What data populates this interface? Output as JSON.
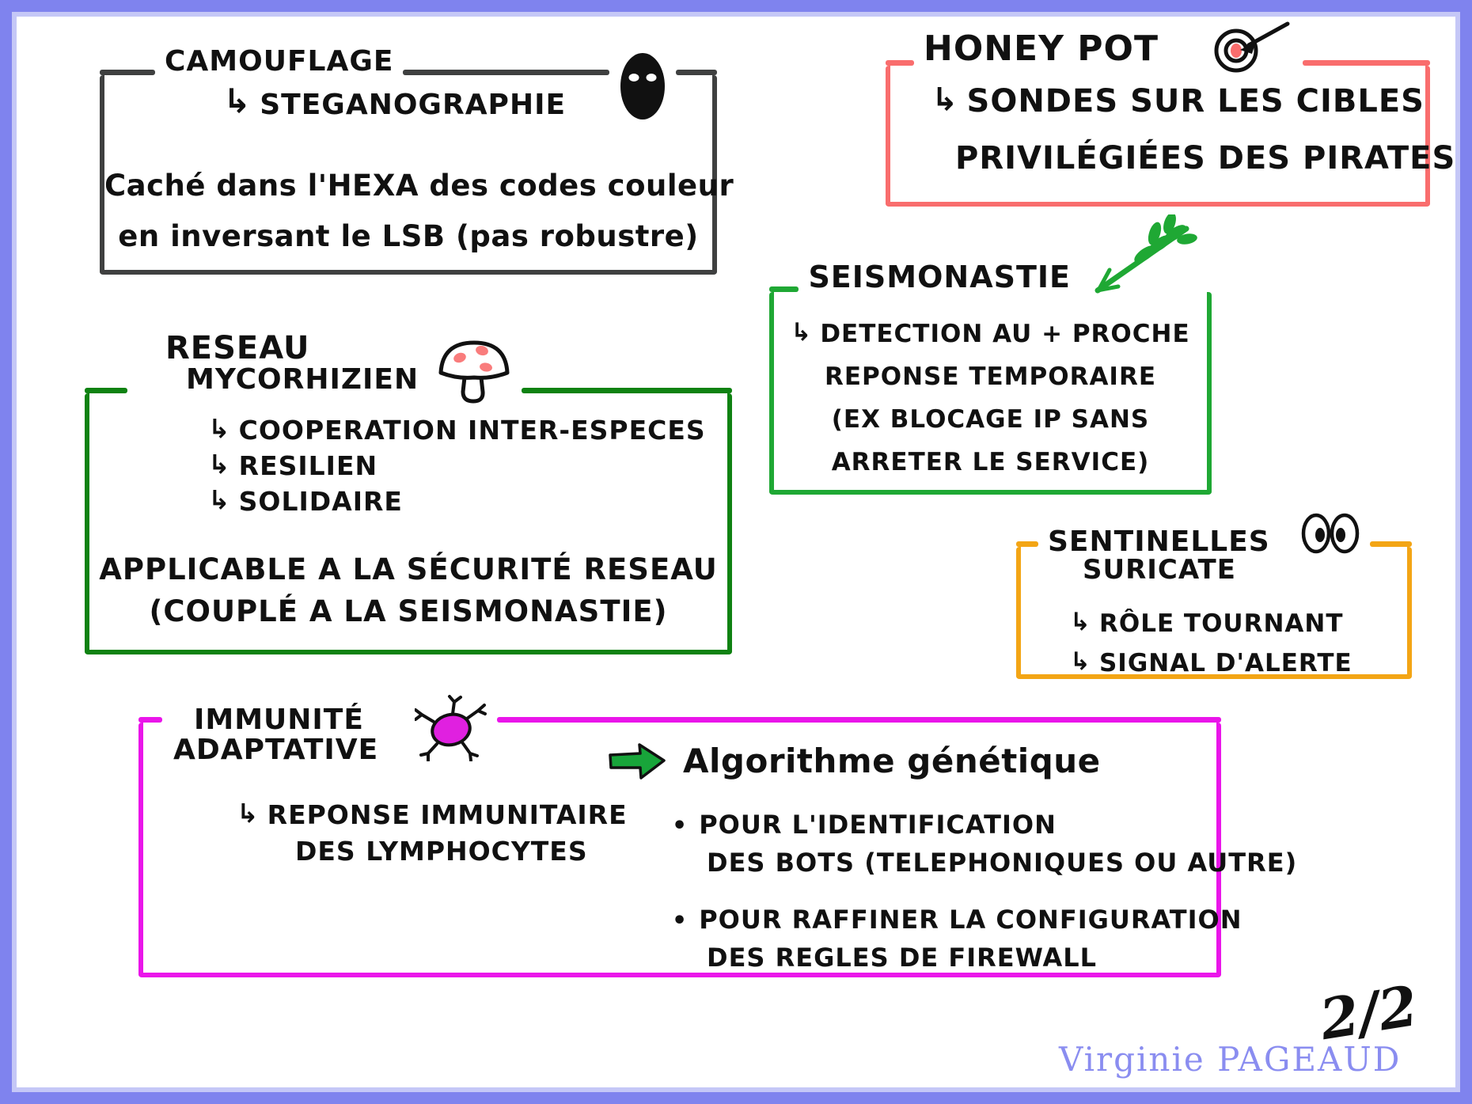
{
  "palette": {
    "page_border": "#7f83ee",
    "camouflage_box": "#3f4040",
    "honeypot_box": "#f96d6d",
    "seismonastie_box": "#1fa834",
    "mycorhizien_box": "#0f8212",
    "sentinelles_box": "#f3a515",
    "immunite_box": "#ea15ea",
    "salmon_accent": "#f97c7c",
    "green_arrow": "#18a53a",
    "signature_color": "#8a8df0"
  },
  "icons": {
    "branch_arrow": "↳",
    "bullet": "•"
  },
  "camouflage": {
    "title": "CAMOUFLAGE",
    "subtitle": "STEGANOGRAPHIE",
    "body": [
      "Caché dans l'HEXA des codes couleur",
      "en inversant le LSB (pas robustre)"
    ]
  },
  "honeypot": {
    "title": "HONEY POT",
    "line1": "SONDES SUR LES CIBLES",
    "line2": "PRIVILÉGIÉES DES PIRATES"
  },
  "seismonastie": {
    "title": "SEISMONASTIE",
    "lines": [
      "DETECTION AU + PROCHE",
      "REPONSE TEMPORAIRE",
      "(EX BLOCAGE IP SANS",
      "ARRETER LE SERVICE)"
    ]
  },
  "mycorhizien": {
    "title_line1": "RESEAU",
    "title_line2": "MYCORHIZIEN",
    "items": [
      "COOPERATION INTER-ESPECES",
      "RESILIEN",
      "SOLIDAIRE"
    ],
    "footer_line1": "APPLICABLE A LA SÉCURITÉ RESEAU",
    "footer_line2": "(COUPLÉ A LA SEISMONASTIE)"
  },
  "sentinelles": {
    "title_line1": "SENTINELLES",
    "title_line2": "SURICATE",
    "items": [
      "RÔLE TOURNANT",
      "SIGNAL D'ALERTE"
    ]
  },
  "immunite": {
    "title_line1": "IMMUNITÉ",
    "title_line2": "ADAPTATIVE",
    "item_line1": "REPONSE IMMUNITAIRE",
    "item_line2": "DES LYMPHOCYTES",
    "algo_title": "Algorithme génétique",
    "bullet1_line1": "POUR L'IDENTIFICATION",
    "bullet1_line2": "DES BOTS (TELEPHONIQUES OU AUTRE)",
    "bullet2_line1": "POUR RAFFINER LA CONFIGURATION",
    "bullet2_line2": "DES REGLES DE FIREWALL"
  },
  "footer": {
    "page_number": "2/2",
    "author": "Virginie PAGEAUD"
  }
}
